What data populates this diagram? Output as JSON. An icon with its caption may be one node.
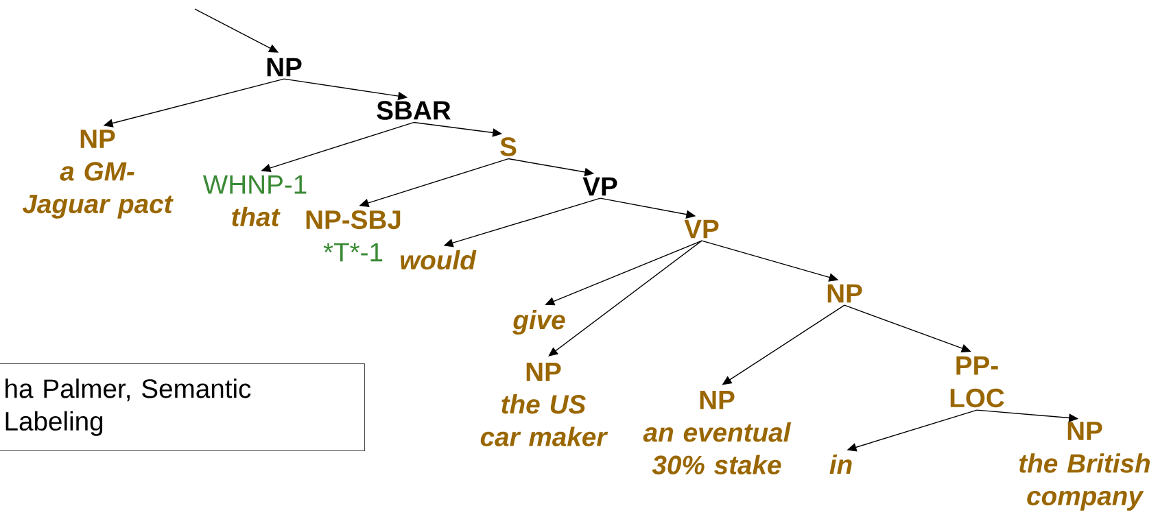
{
  "diagram": {
    "nodes": [
      {
        "text": [
          "NP"
        ]
      },
      {
        "text": [
          "NP",
          "a GM-Jaguar pact"
        ]
      },
      {
        "text": [
          "SBAR"
        ]
      },
      {
        "text": [
          "WHNP-1",
          "that"
        ]
      },
      {
        "text": [
          "S"
        ]
      },
      {
        "text": [
          "NP-SBJ",
          "*T*-1"
        ]
      },
      {
        "text": [
          "VP"
        ]
      },
      {
        "text": [
          "would"
        ]
      },
      {
        "text": [
          "VP"
        ]
      },
      {
        "text": [
          "give"
        ]
      },
      {
        "text": [
          "NP",
          "the US car maker"
        ]
      },
      {
        "text": [
          "NP"
        ]
      },
      {
        "text": [
          "NP",
          "an eventual 30% stake"
        ]
      },
      {
        "text": [
          "PP-LOC"
        ]
      },
      {
        "text": [
          "in"
        ]
      },
      {
        "text": [
          "NP",
          "the British company"
        ]
      },
      {
        "text": [
          "ha Palmer, Semantic Labeling"
        ]
      }
    ],
    "edges": [
      {
        "from": null,
        "to": 0,
        "arrow": "to"
      },
      {
        "from": 0,
        "to": 1,
        "arrow": "to"
      },
      {
        "from": 0,
        "to": 2,
        "arrow": "to"
      },
      {
        "from": 2,
        "to": 3,
        "arrow": "to"
      },
      {
        "from": 2,
        "to": 4,
        "arrow": "to"
      },
      {
        "from": 4,
        "to": 5,
        "arrow": "to"
      },
      {
        "from": 4,
        "to": 6,
        "arrow": "to"
      },
      {
        "from": 6,
        "to": 7,
        "arrow": "to"
      },
      {
        "from": 6,
        "to": 8,
        "arrow": "to"
      },
      {
        "from": 8,
        "to": 9,
        "arrow": "to"
      },
      {
        "from": 8,
        "to": 10,
        "arrow": "to"
      },
      {
        "from": 8,
        "to": 11,
        "arrow": "to"
      },
      {
        "from": 11,
        "to": 12,
        "arrow": "to"
      },
      {
        "from": 11,
        "to": 13,
        "arrow": "to"
      },
      {
        "from": 13,
        "to": 14,
        "arrow": "to"
      },
      {
        "from": 13,
        "to": 15,
        "arrow": "to"
      }
    ]
  }
}
